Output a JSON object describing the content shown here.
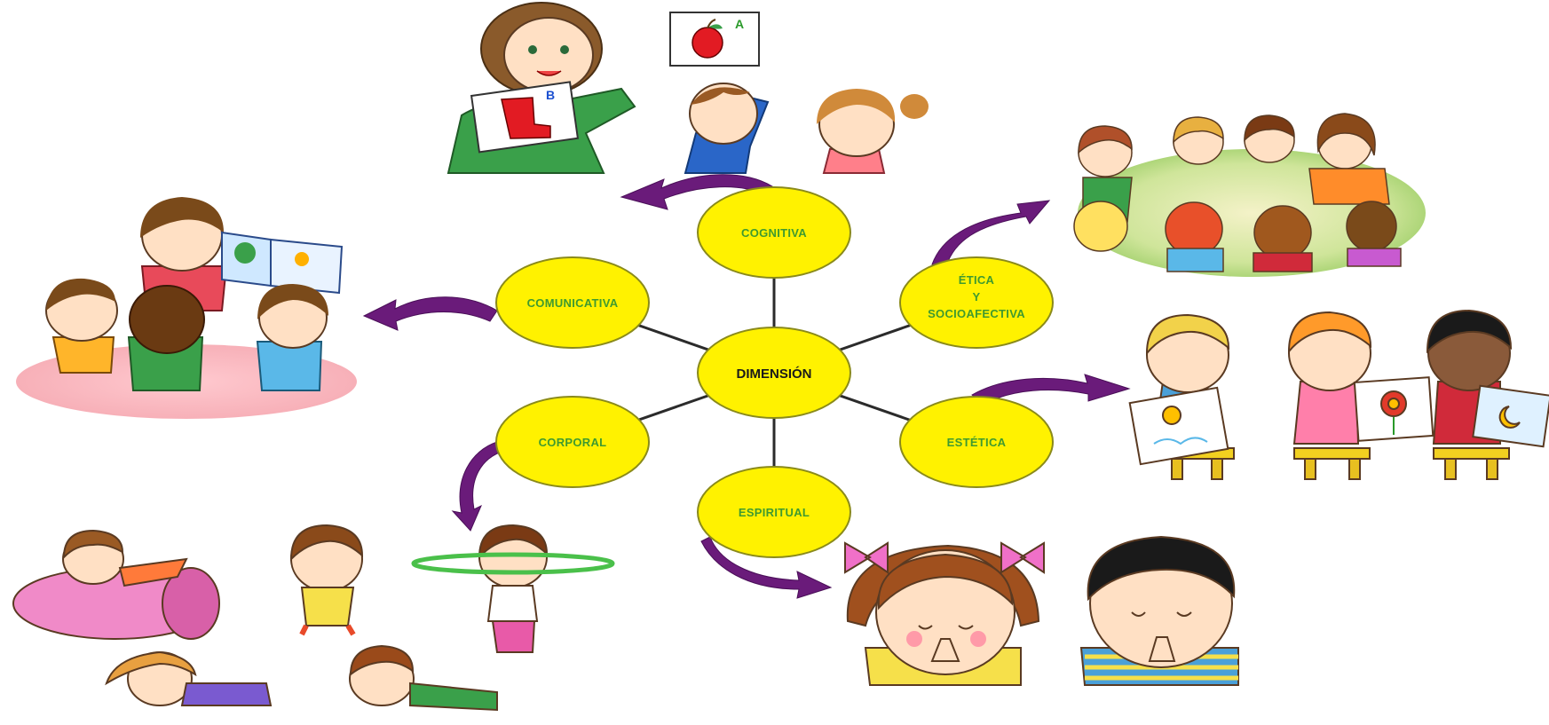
{
  "diagram": {
    "center": {
      "label": "DIMENSIÓN"
    },
    "nodes": [
      {
        "id": "cognitiva",
        "lines": [
          "COGNITIVA"
        ]
      },
      {
        "id": "comunicativa",
        "lines": [
          "COMUNICATIVA"
        ]
      },
      {
        "id": "etica",
        "lines": [
          "ÉTICA",
          "Y",
          "SOCIOAFECTIVA"
        ]
      },
      {
        "id": "corporal",
        "lines": [
          "CORPORAL"
        ]
      },
      {
        "id": "estetica",
        "lines": [
          "ESTÉTICA"
        ]
      },
      {
        "id": "espiritual",
        "lines": [
          "ESPIRITUAL"
        ]
      }
    ]
  },
  "illustrations": {
    "teacher_cards": {
      "card_a_letter": "A",
      "card_b_letter": "B"
    }
  },
  "colors": {
    "node_fill": "#fff200",
    "node_stroke": "#8a8a1a",
    "node_text": "#3f9a2f",
    "arrow": "#6a1b7a",
    "connector": "#2b2b2b"
  }
}
